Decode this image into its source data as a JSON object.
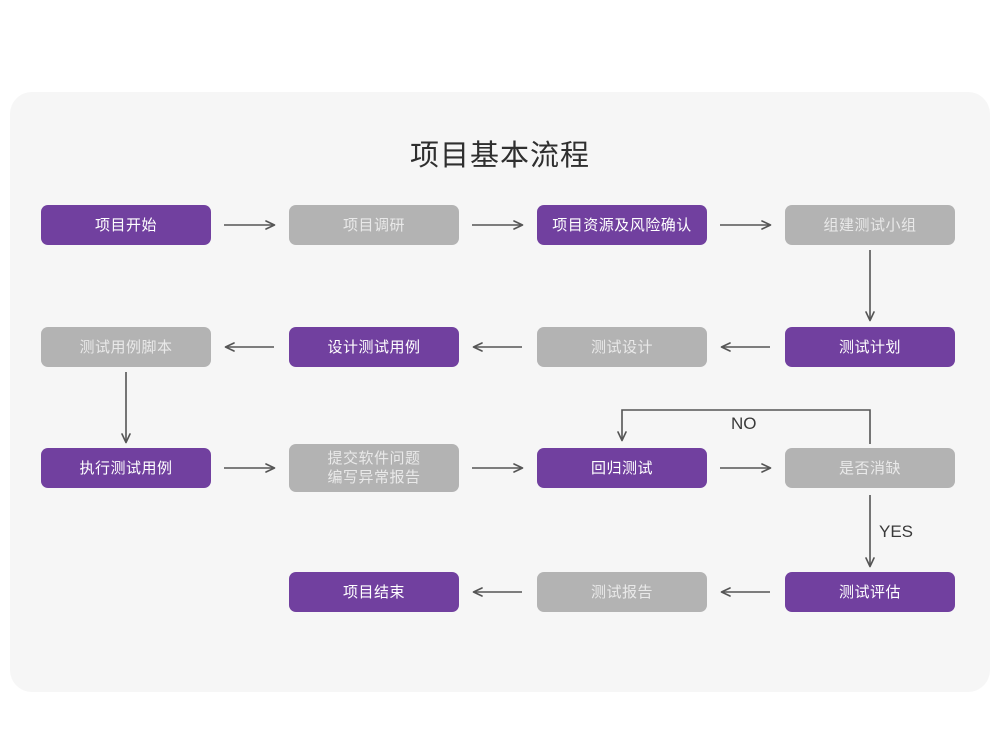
{
  "page": {
    "title": "项目基本流程",
    "background_color": "#ffffff",
    "card_color": "#f6f6f6"
  },
  "colors": {
    "purple": "#71409f",
    "purple_text": "#ffffff",
    "gray": "#b3b3b3",
    "gray_text": "#e9e9e9",
    "arrow": "#555555",
    "label_text": "#3a3a3a"
  },
  "chart_data": {
    "type": "diagram",
    "title": "项目基本流程",
    "nodes": [
      {
        "id": "n1",
        "label": "项目开始",
        "style": "purple",
        "row": 1,
        "col": 1
      },
      {
        "id": "n2",
        "label": "项目调研",
        "style": "gray",
        "row": 1,
        "col": 2
      },
      {
        "id": "n3",
        "label": "项目资源及风险确认",
        "style": "purple",
        "row": 1,
        "col": 3
      },
      {
        "id": "n4",
        "label": "组建测试小组",
        "style": "gray",
        "row": 1,
        "col": 4
      },
      {
        "id": "n5",
        "label": "测试用例脚本",
        "style": "gray",
        "row": 2,
        "col": 1
      },
      {
        "id": "n6",
        "label": "设计测试用例",
        "style": "purple",
        "row": 2,
        "col": 2
      },
      {
        "id": "n7",
        "label": "测试设计",
        "style": "gray",
        "row": 2,
        "col": 3
      },
      {
        "id": "n8",
        "label": "测试计划",
        "style": "purple",
        "row": 2,
        "col": 4
      },
      {
        "id": "n9",
        "label": "执行测试用例",
        "style": "purple",
        "row": 3,
        "col": 1
      },
      {
        "id": "n10",
        "label": "提交软件问题\n编写异常报告",
        "line1": "提交软件问题",
        "line2": "编写异常报告",
        "style": "gray",
        "row": 3,
        "col": 2
      },
      {
        "id": "n11",
        "label": "回归测试",
        "style": "purple",
        "row": 3,
        "col": 3
      },
      {
        "id": "n12",
        "label": "是否消缺",
        "style": "gray",
        "row": 3,
        "col": 4
      },
      {
        "id": "n13",
        "label": "项目结束",
        "style": "purple",
        "row": 4,
        "col": 2
      },
      {
        "id": "n14",
        "label": "测试报告",
        "style": "gray",
        "row": 4,
        "col": 3
      },
      {
        "id": "n15",
        "label": "测试评估",
        "style": "purple",
        "row": 4,
        "col": 4
      }
    ],
    "edges": [
      {
        "from": "n1",
        "to": "n2",
        "label": "",
        "direction": "right"
      },
      {
        "from": "n2",
        "to": "n3",
        "label": "",
        "direction": "right"
      },
      {
        "from": "n3",
        "to": "n4",
        "label": "",
        "direction": "right"
      },
      {
        "from": "n4",
        "to": "n8",
        "label": "",
        "direction": "down"
      },
      {
        "from": "n8",
        "to": "n7",
        "label": "",
        "direction": "left"
      },
      {
        "from": "n7",
        "to": "n6",
        "label": "",
        "direction": "left"
      },
      {
        "from": "n6",
        "to": "n5",
        "label": "",
        "direction": "left"
      },
      {
        "from": "n5",
        "to": "n9",
        "label": "",
        "direction": "down"
      },
      {
        "from": "n9",
        "to": "n10",
        "label": "",
        "direction": "right"
      },
      {
        "from": "n10",
        "to": "n11",
        "label": "",
        "direction": "right"
      },
      {
        "from": "n11",
        "to": "n12",
        "label": "",
        "direction": "right"
      },
      {
        "from": "n12",
        "to": "n11",
        "label": "NO",
        "direction": "loop-up-left"
      },
      {
        "from": "n12",
        "to": "n15",
        "label": "YES",
        "direction": "down"
      },
      {
        "from": "n15",
        "to": "n14",
        "label": "",
        "direction": "left"
      },
      {
        "from": "n14",
        "to": "n13",
        "label": "",
        "direction": "left"
      }
    ],
    "edge_labels": [
      "NO",
      "YES"
    ]
  }
}
